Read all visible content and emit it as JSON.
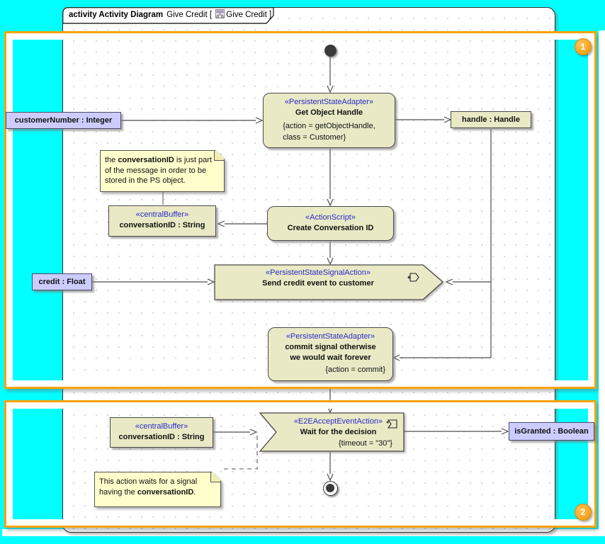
{
  "title_tab": {
    "kind": "activity Activity Diagram",
    "name": "Give Credit [",
    "ref": "Give Credit ]"
  },
  "badges": {
    "one": "1",
    "two": "2"
  },
  "nodes": {
    "get_object_handle": {
      "stereotype": "«PersistentStateAdapter»",
      "name": "Get Object Handle",
      "constraint1": "{action = getObjectHandle,",
      "constraint2": "class = Customer}"
    },
    "create_conversation_id": {
      "stereotype": "«ActionScript»",
      "name": "Create Conversation ID"
    },
    "send_credit_event": {
      "stereotype": "«PersistentStateSignalAction»",
      "name": "Send credit event to customer"
    },
    "commit_signal": {
      "stereotype": "«PersistentStateAdapter»",
      "name1": "commit signal otherwise",
      "name2": "we would wait forever",
      "constraint": "{action = commit}"
    },
    "wait_for_decision": {
      "stereotype": "«E2EAcceptEventAction»",
      "name": "Wait for the decision",
      "constraint": "{timeout = \"30\"}"
    },
    "conversation_buffer_top": {
      "stereotype": "«centralBuffer»",
      "name": "conversationID : String"
    },
    "conversation_buffer_bottom": {
      "stereotype": "«centralBuffer»",
      "name": "conversationID : String"
    }
  },
  "object_nodes": {
    "customer_number": "customerNumber : Integer",
    "handle": "handle : Handle",
    "credit": "credit : Float",
    "is_granted": "isGranted : Boolean"
  },
  "notes": {
    "conversation_note": {
      "pre": "the ",
      "bold": "conversationID",
      "post": " is just part of the message in order to be stored in the PS object."
    },
    "wait_note": {
      "pre": "This action waits for a signal having the ",
      "bold": "conversationID",
      "post": "."
    }
  },
  "colors": {
    "canvas": "#00FFFF",
    "node_fill": "#E9E9C6",
    "note_fill": "#FFFFCC",
    "object_pin_fill": "#CCCCFF",
    "frame_border": "#FFA200",
    "stereotype_text": "#2B2BC8"
  }
}
